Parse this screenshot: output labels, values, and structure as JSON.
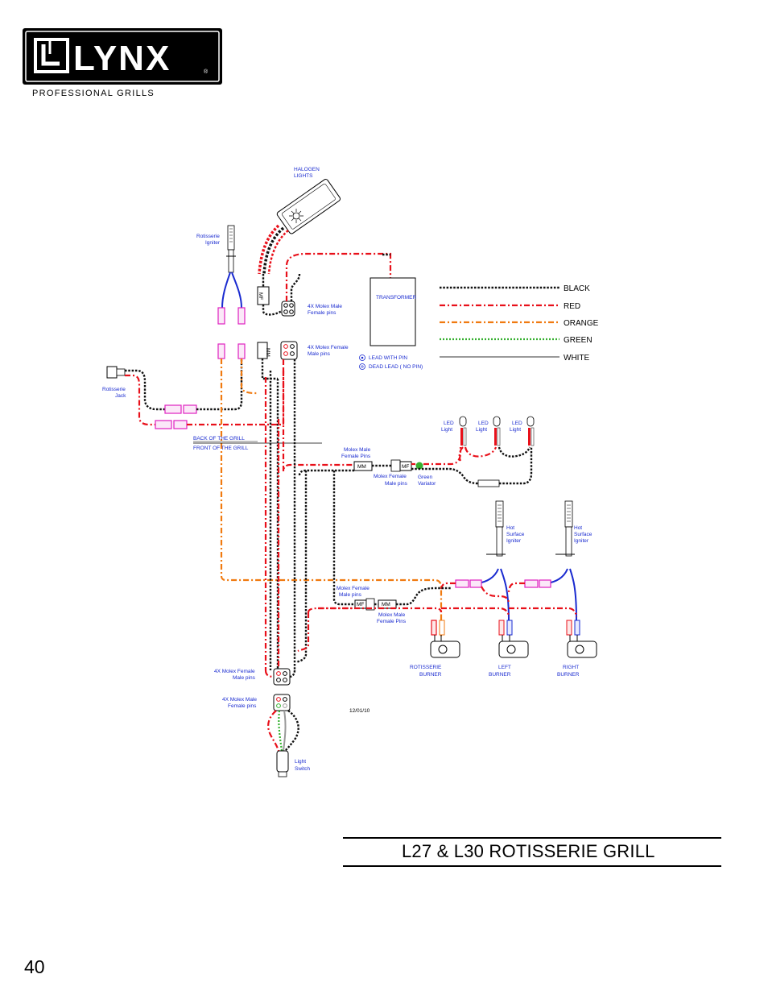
{
  "brand": {
    "name": "LYNX",
    "tagline": "PROFESSIONAL GRILLS",
    "registered": "®"
  },
  "title": "L27 & L30 ROTISSERIE GRILL",
  "page_number": "40",
  "date": "12/01/10",
  "legend": [
    {
      "label": "BLACK",
      "color": "#111111",
      "dash": "3 2"
    },
    {
      "label": "RED",
      "color": "#e8101a",
      "dash": "7 3 2 3"
    },
    {
      "label": "ORANGE",
      "color": "#f07a10",
      "dash": "7 3 2 3"
    },
    {
      "label": "GREEN",
      "color": "#36b030",
      "dash": "2 2"
    },
    {
      "label": "WHITE",
      "color": "#9a9a9a",
      "dash": ""
    }
  ],
  "pin_legend": {
    "with_pin": "LEAD WITH PIN",
    "no_pin": "DEAD LEAD   ( NO PIN)"
  },
  "labels": {
    "halogen": [
      "HALOGEN",
      "LIGHTS"
    ],
    "rot_igniter": [
      "Rotisserie",
      "Igniter"
    ],
    "rot_jack": [
      "Rotisserie",
      "Jack"
    ],
    "transformer": "TRANSFORMER",
    "molex_4x_male_female_top": [
      "4X Molex Male",
      "Female pins"
    ],
    "molex_4x_female_male_top": [
      "4X Molex Female",
      "Male pins"
    ],
    "back": "BACK OF THE GRILL",
    "front": "FRONT OF THE GRILL",
    "led": [
      "LED",
      "Light"
    ],
    "molex_male_female_pins_1": [
      "Molex Male",
      "Female Pins"
    ],
    "molex_female_male_pins_1": [
      "Molex Female",
      "Male pins"
    ],
    "green_variator": [
      "Green",
      "Variator"
    ],
    "hsi": [
      "Hot",
      "Surface",
      "Igniter"
    ],
    "molex_female_male_pins_2": [
      "Molex Female",
      "Male pins"
    ],
    "molex_male_female_pins_2": [
      "Molex Male",
      "Female Pins"
    ],
    "rot_burner": [
      "ROTISSERIE",
      "BURNER"
    ],
    "left_burner": [
      "LEFT",
      "BURNER"
    ],
    "right_burner": [
      "RIGHT",
      "BURNER"
    ],
    "molex_4x_female_male_bottom": [
      "4X Molex Female",
      "Male pins"
    ],
    "molex_4x_male_female_bottom": [
      "4X Molex Male",
      "Female pins"
    ],
    "light_switch": [
      "Light",
      "Switch"
    ],
    "mf": "MF",
    "mm": "MM"
  }
}
